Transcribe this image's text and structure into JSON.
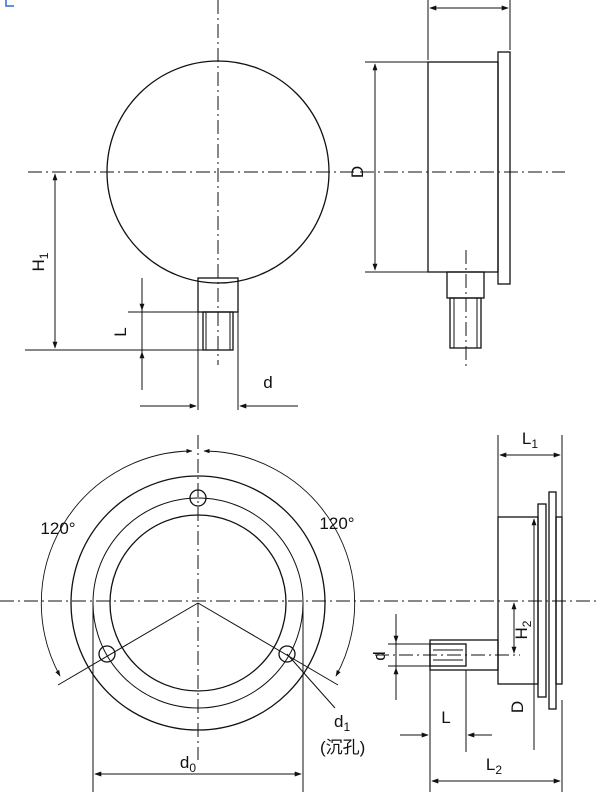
{
  "labels": {
    "h1": "H",
    "h1_sub": "1",
    "l_top": "L",
    "d_top": "d",
    "D_top": "D",
    "angle_left": "120°",
    "angle_right": "120°",
    "l1": "L",
    "l1_sub": "1",
    "h2": "H",
    "h2_sub": "2",
    "d_bottom": "d",
    "D_bottom": "D",
    "l_bottom": "L",
    "l2": "L",
    "l2_sub": "2",
    "d1": "d",
    "d1_sub": "1",
    "countersink": "(沉孔)",
    "d0": "d",
    "d0_sub": "0"
  },
  "colors": {
    "line": "#111111",
    "accent": "#2b6cd6"
  }
}
